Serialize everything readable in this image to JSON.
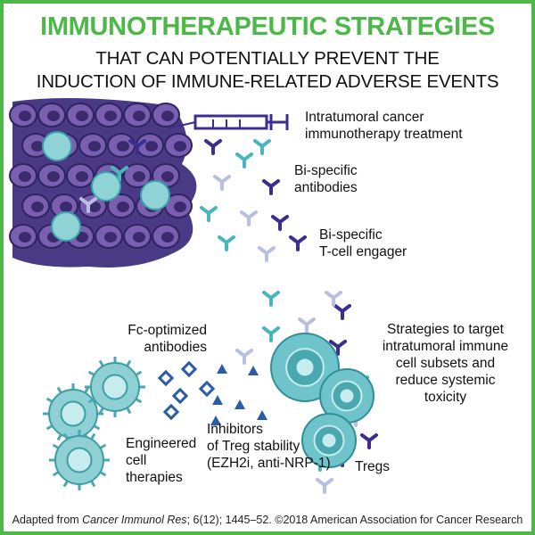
{
  "title": "IMMUNOTHERAPEUTIC STRATEGIES",
  "subtitle_line1": "THAT CAN POTENTIALLY PREVENT THE",
  "subtitle_line2": "INDUCTION OF IMMUNE-RELATED ADVERSE EVENTS",
  "labels": {
    "intratumoral": [
      "Intratumoral cancer",
      "immunotherapy treatment"
    ],
    "bispecific_antibodies": [
      "Bi-specific",
      "antibodies"
    ],
    "bispecific_tcell": [
      "Bi-specific",
      "T-cell engager"
    ],
    "fc_optimized": [
      "Fc-optimized",
      "antibodies"
    ],
    "strategies": [
      "Strategies to target",
      "intratumoral immune",
      "cell subsets and",
      "reduce systemic",
      "toxicity"
    ],
    "engineered": [
      "Engineered",
      "cell",
      "therapies"
    ],
    "inhibitors": [
      "Inhibitors",
      "of Treg stability",
      "(EZH2i, anti-NRP-1)"
    ],
    "tregs": "Tregs"
  },
  "footer": {
    "prefix": "Adapted from ",
    "journal": "Cancer Immunol Res",
    "suffix": "; 6(12); 1445–52. ©2018 American Association for Cancer Research"
  },
  "colors": {
    "accent": "#4cb848",
    "tumor": "#5b3f8f",
    "cell": "#6fc7cc",
    "syringe": "#3a2f8f"
  }
}
